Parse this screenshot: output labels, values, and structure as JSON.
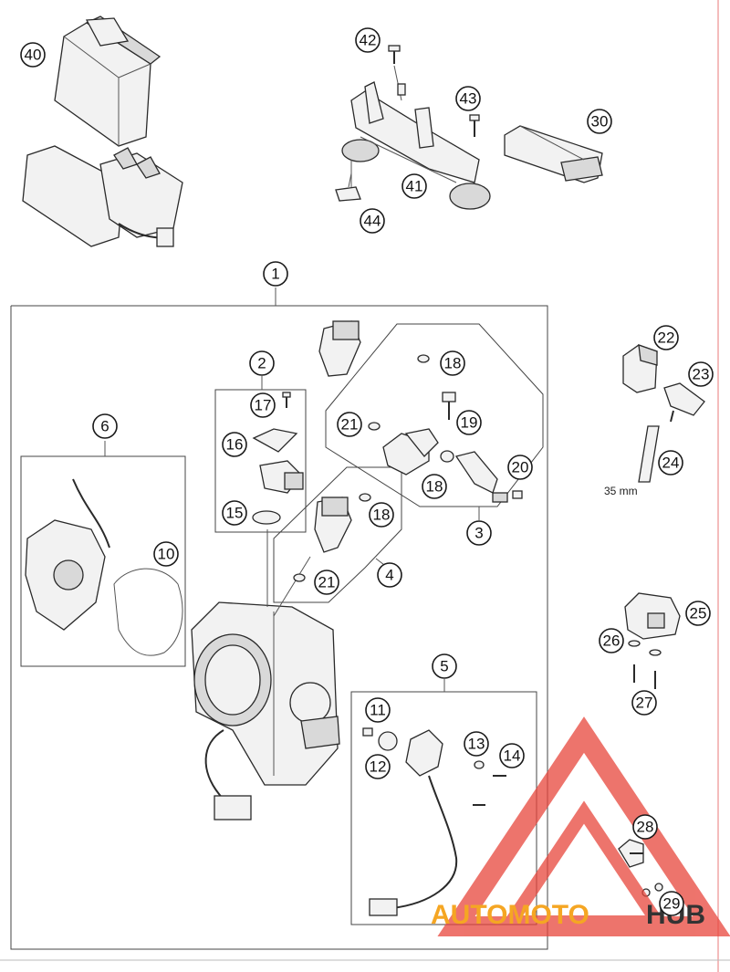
{
  "callouts": {
    "c1": "1",
    "c2": "2",
    "c3": "3",
    "c4": "4",
    "c5": "5",
    "c6": "6",
    "c10": "10",
    "c11": "11",
    "c12": "12",
    "c13": "13",
    "c14": "14",
    "c15": "15",
    "c16": "16",
    "c17": "17",
    "c18a": "18",
    "c18b": "18",
    "c18c": "18",
    "c19": "19",
    "c20": "20",
    "c21a": "21",
    "c21b": "21",
    "c22": "22",
    "c23": "23",
    "c24": "24",
    "c25": "25",
    "c26": "26",
    "c27": "27",
    "c28": "28",
    "c29": "29",
    "c30": "30",
    "c40": "40",
    "c41": "41",
    "c42": "42",
    "c43": "43",
    "c44": "44"
  },
  "dimension_label": "35 mm",
  "watermark": {
    "part1": "AUTOMOTO",
    "part2": "HUB",
    "color_main": "#f5a623",
    "color_dark": "#333333",
    "triangle_color": "#e8463c"
  },
  "colors": {
    "frame_line": "#e87a7a"
  }
}
